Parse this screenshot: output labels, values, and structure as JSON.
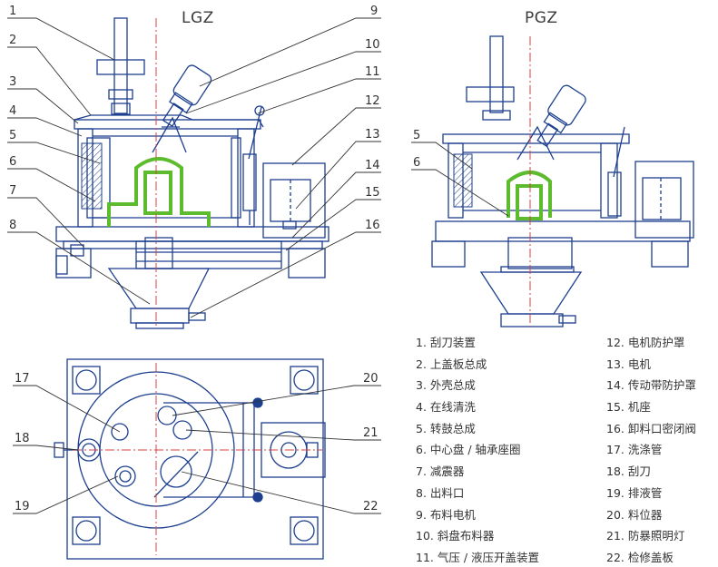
{
  "models": [
    "LGZ",
    "PGZ"
  ],
  "callouts_front": [
    "1",
    "2",
    "3",
    "4",
    "5",
    "6",
    "7",
    "8",
    "9",
    "10",
    "11",
    "12",
    "13",
    "14",
    "15",
    "16"
  ],
  "callouts_pgz": [
    "5",
    "6"
  ],
  "callouts_top": [
    "17",
    "18",
    "19",
    "20",
    "21",
    "22"
  ],
  "legend_left": [
    "1. 刮刀装置",
    "2. 上盖板总成",
    "3. 外壳总成",
    "4. 在线清洗",
    "5. 转鼓总成",
    "6. 中心盘 / 轴承座圈",
    "7. 减震器",
    "8. 出料口",
    "9. 布料电机",
    "10. 斜盘布料器",
    "11. 气压 / 液压开盖装置"
  ],
  "legend_right": [
    "12. 电机防护罩",
    "13. 电机",
    "14. 传动带防护罩",
    "15. 机座",
    "16. 卸料口密闭阀",
    "17. 洗涤管",
    "18. 刮刀",
    "19. 排液管",
    "20. 料位器",
    "21. 防暴照明灯",
    "22. 检修盖板"
  ],
  "colors": {
    "line": "#1d3f8f",
    "accent": "#5dbb2e",
    "axis": "#d84040",
    "text": "#333333"
  }
}
